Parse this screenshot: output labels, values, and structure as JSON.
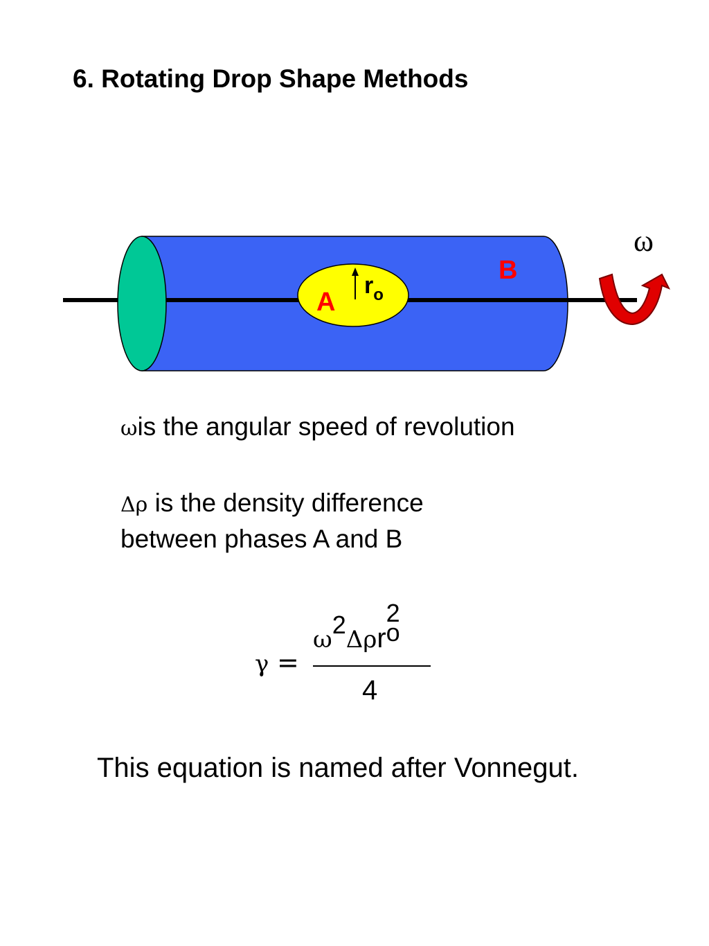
{
  "title": "6. Rotating Drop Shape Methods",
  "diagram": {
    "omega_symbol": "ω",
    "phase_a_label": "A",
    "phase_b_label": "B",
    "radius_label_r": "r",
    "radius_label_sub": "o",
    "colors": {
      "cylinder_body": "#3b63f5",
      "cylinder_end": "#00c896",
      "drop": "#ffff00",
      "phase_label": "#ff0000",
      "rotation_arrow": "#e00000",
      "axis": "#000000"
    }
  },
  "definitions": {
    "omega_symbol": "ω",
    "omega_text": "is the angular speed of revolution",
    "delta_rho_symbol": "Δρ",
    "delta_rho_text_line1": " is the density difference",
    "delta_rho_text_line2": "between phases A and B"
  },
  "formula": {
    "lhs": "γ",
    "equals": "=",
    "num_omega": "ω",
    "num_omega_exp": "2",
    "num_delta_rho": "Δρ",
    "num_r": "r",
    "num_r_exp": "2",
    "num_r_sub": "o",
    "denominator": "4"
  },
  "footer": "This equation is named after Vonnegut."
}
